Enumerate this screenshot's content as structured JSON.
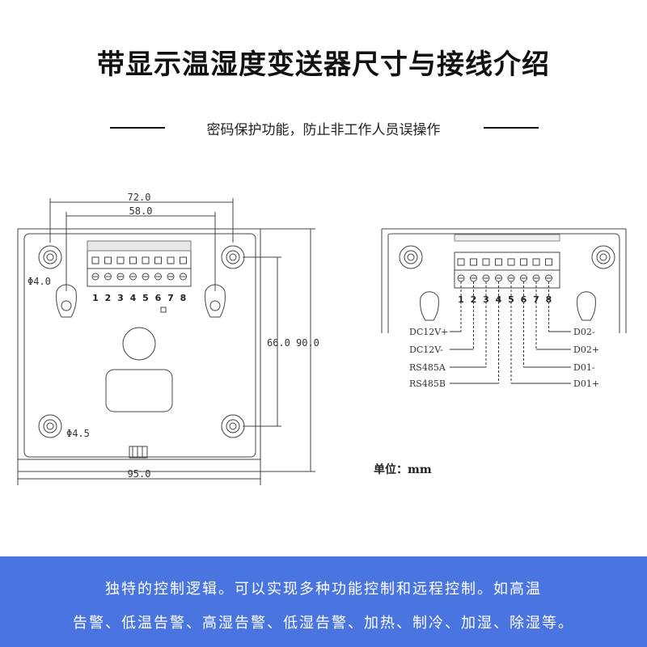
{
  "title": "带显示温湿度变送器尺寸与接线介绍",
  "subtitle": "密码保护功能，防止非工作人员误操作",
  "dimensions": {
    "width_outer": "72.0",
    "width_inner": "58.0",
    "height_inner": "66.0",
    "height_outer": "90.0",
    "base_width": "95.0",
    "hole_top": "Φ4.0",
    "hole_bottom": "Φ4.5"
  },
  "pins": [
    "1",
    "2",
    "3",
    "4",
    "5",
    "6",
    "7",
    "8"
  ],
  "wiring_left": [
    "DC12V+",
    "DC12V-",
    "RS485A",
    "RS485B"
  ],
  "wiring_right": [
    "D02-",
    "D02+",
    "D01-",
    "D01+"
  ],
  "unit_label": "单位：mm",
  "banner": {
    "line1": "独特的控制逻辑。可以实现多种功能控制和远程控制。如高温",
    "line2": "告警、低温告警、高湿告警、低湿告警、加热、制冷、加湿、除湿等。"
  }
}
